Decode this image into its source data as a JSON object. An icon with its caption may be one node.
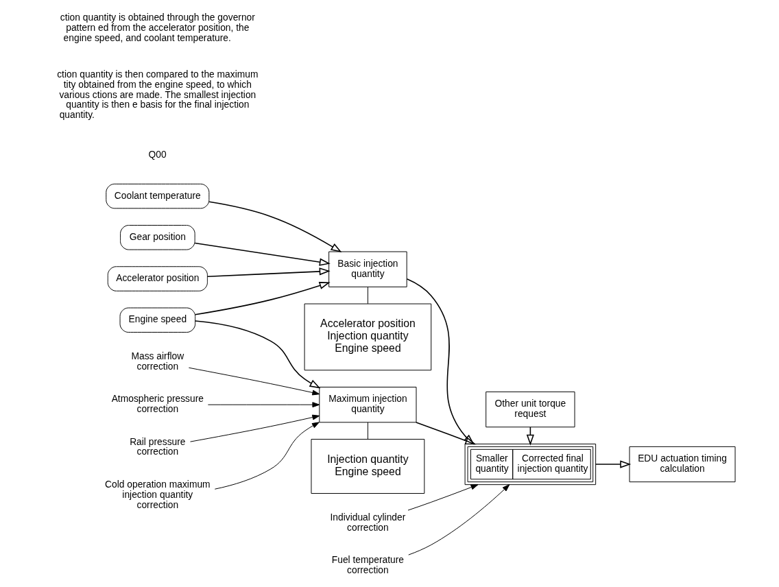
{
  "diagram": {
    "nodes": [
      {
        "text": [
          "Coolant temperature"
        ]
      },
      {
        "text": [
          "Gear position"
        ]
      },
      {
        "text": [
          "Accelerator position"
        ]
      },
      {
        "text": [
          "Engine speed"
        ]
      },
      {
        "text": [
          "Basic injection quantity"
        ]
      },
      {
        "text": [
          "Maximum injection quantity"
        ]
      },
      {
        "text": [
          "Smaller quantity",
          "Corrected final injection quantity"
        ]
      },
      {
        "text": [
          "Other unit torque request"
        ]
      },
      {
        "text": [
          "EDU actuation timing calculation"
        ]
      },
      {
        "text": [
          "Individual cylinder correction"
        ]
      },
      {
        "text": [
          "Fuel temperature correction"
        ]
      },
      {
        "text": [
          "Mass airflow correction"
        ]
      },
      {
        "text": [
          "Atmospheric pressure correction"
        ]
      },
      {
        "text": [
          "Rail pressure correction"
        ]
      },
      {
        "text": [
          "Cold operation maximum injection quantity correction"
        ]
      },
      {
        "text": [
          "Accelerator position",
          "Injection quantity",
          "Engine speed"
        ]
      },
      {
        "text": [
          "Injection quantity",
          "Engine speed"
        ]
      }
    ],
    "edges": [
      {
        "from": 0,
        "to": 4,
        "arrow": "to"
      },
      {
        "from": 1,
        "to": 4,
        "arrow": "to"
      },
      {
        "from": 2,
        "to": 4,
        "arrow": "to"
      },
      {
        "from": 3,
        "to": 4,
        "arrow": "to"
      },
      {
        "from": 3,
        "to": 5,
        "arrow": "to"
      },
      {
        "from": 4,
        "to": 6,
        "arrow": "to"
      },
      {
        "from": 5,
        "to": 6,
        "arrow": "to"
      },
      {
        "from": 7,
        "to": 6,
        "arrow": "to"
      },
      {
        "from": 6,
        "to": 8,
        "arrow": "to"
      },
      {
        "from": 9,
        "to": 6,
        "arrow": "to"
      },
      {
        "from": 10,
        "to": 6,
        "arrow": "to"
      },
      {
        "from": 11,
        "to": 5,
        "arrow": "to"
      },
      {
        "from": 12,
        "to": 5,
        "arrow": "to"
      },
      {
        "from": 13,
        "to": 5,
        "arrow": "to"
      },
      {
        "from": 14,
        "to": 5,
        "arrow": "to"
      },
      {
        "from": 4,
        "to": 15,
        "arrow": "none"
      },
      {
        "from": 5,
        "to": 16,
        "arrow": "none"
      }
    ],
    "labels": [
      "ction quantity is obtained through the governor pattern ed from the accelerator position, the engine speed, and coolant temperature.",
      "ction quantity is then compared to the maximum tity obtained from the engine speed, to which various ctions are made. The smallest injection quantity is then e basis for the final injection quantity.",
      "Q00"
    ]
  }
}
